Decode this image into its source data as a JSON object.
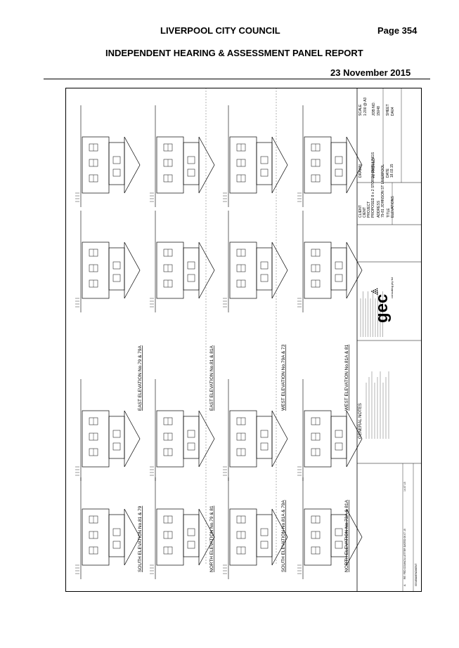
{
  "header": {
    "council": "LIVERPOOL CITY COUNCIL",
    "page": "Page 354",
    "report": "INDEPENDENT HEARING & ASSESSMENT PANEL REPORT",
    "date": "23 November 2015"
  },
  "drawing": {
    "elevations": [
      "SOUTH ELEVATION  No.81 & 79",
      "EAST ELEVATION  No.79 & 79A",
      "NORTH ELEVATION  No.79 & 81",
      "EAST ELEVATION  No.81 & 81A",
      "SOUTH ELEVATION  No.81A & 79A",
      "WEST ELEVATION  No.79A & 73",
      "NORTH ELEVATION  No.73A & 81A",
      "WEST ELEVATION  No.81A & 81"
    ],
    "general_notes_title": "GENERAL NOTES",
    "logo": "gec",
    "consultant": "consulting pty ltd",
    "title_block": {
      "client_label": "CLIENT",
      "client": "CIENT",
      "project_label": "PROJECT",
      "project": "PROPOSED 8 x 2 STOREY DWELLINGS",
      "address_label": "ADDRESS",
      "address": "79-81 JOHNSON ST LIVERPOOL",
      "title_label": "TITLE",
      "title": "ELEVATIONS",
      "drawn_label": "DRAWN",
      "approved_label": "APPROVED",
      "date_label": "DATE",
      "date": "18.03.15",
      "scale_label": "SCALE",
      "scale": "1:200 @ A3",
      "job_label": "JOB NO.",
      "job": "15048",
      "sheet_label": "SHEET",
      "sheet": "DA04",
      "revision": "A",
      "revision_note": "RE: FED COUNCIL LETTER DATED 06.07.15",
      "revision_date": "14.07.15",
      "issue_label": "ISSUE",
      "amendment_label": "AMENDMENT"
    }
  }
}
